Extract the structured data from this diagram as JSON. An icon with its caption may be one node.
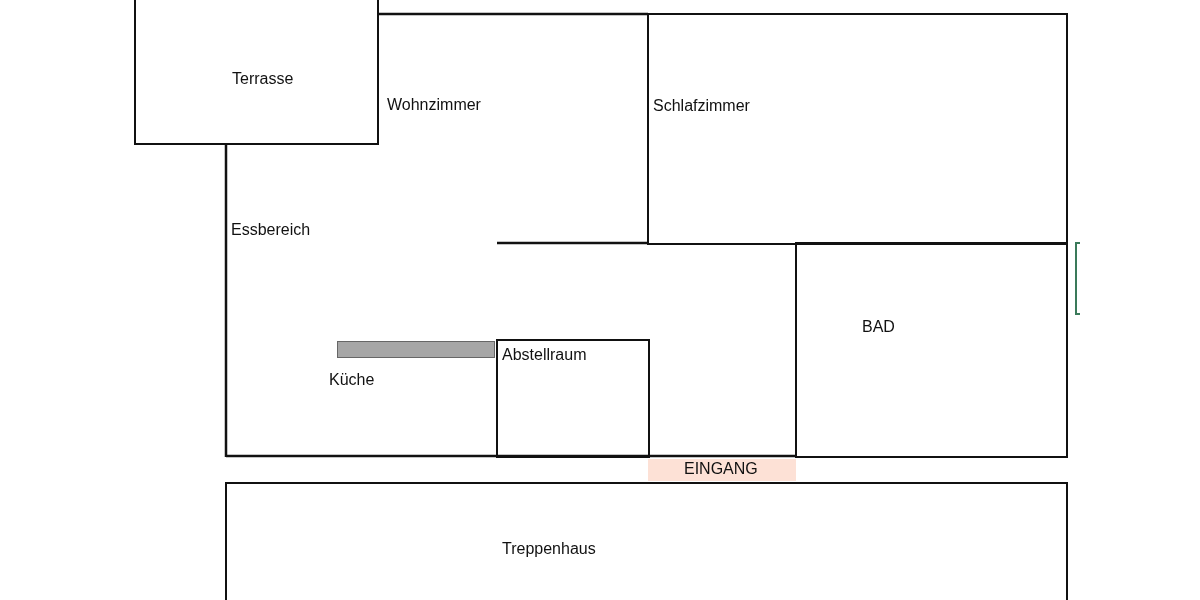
{
  "diagram": {
    "nodes": [
      {
        "text": [
          "Terrasse"
        ]
      },
      {
        "text": [
          "Schlafzimmer"
        ]
      },
      {
        "text": [
          "BAD"
        ]
      },
      {
        "text": [
          "Abstellraum"
        ]
      },
      {
        "text": [
          "EINGANG"
        ]
      },
      {
        "text": [
          "Treppenhaus"
        ]
      },
      {
        "text": [],
        "shape": "bar"
      }
    ],
    "labels": [
      "Wohnzimmer",
      "Essbereich",
      "Küche"
    ]
  }
}
